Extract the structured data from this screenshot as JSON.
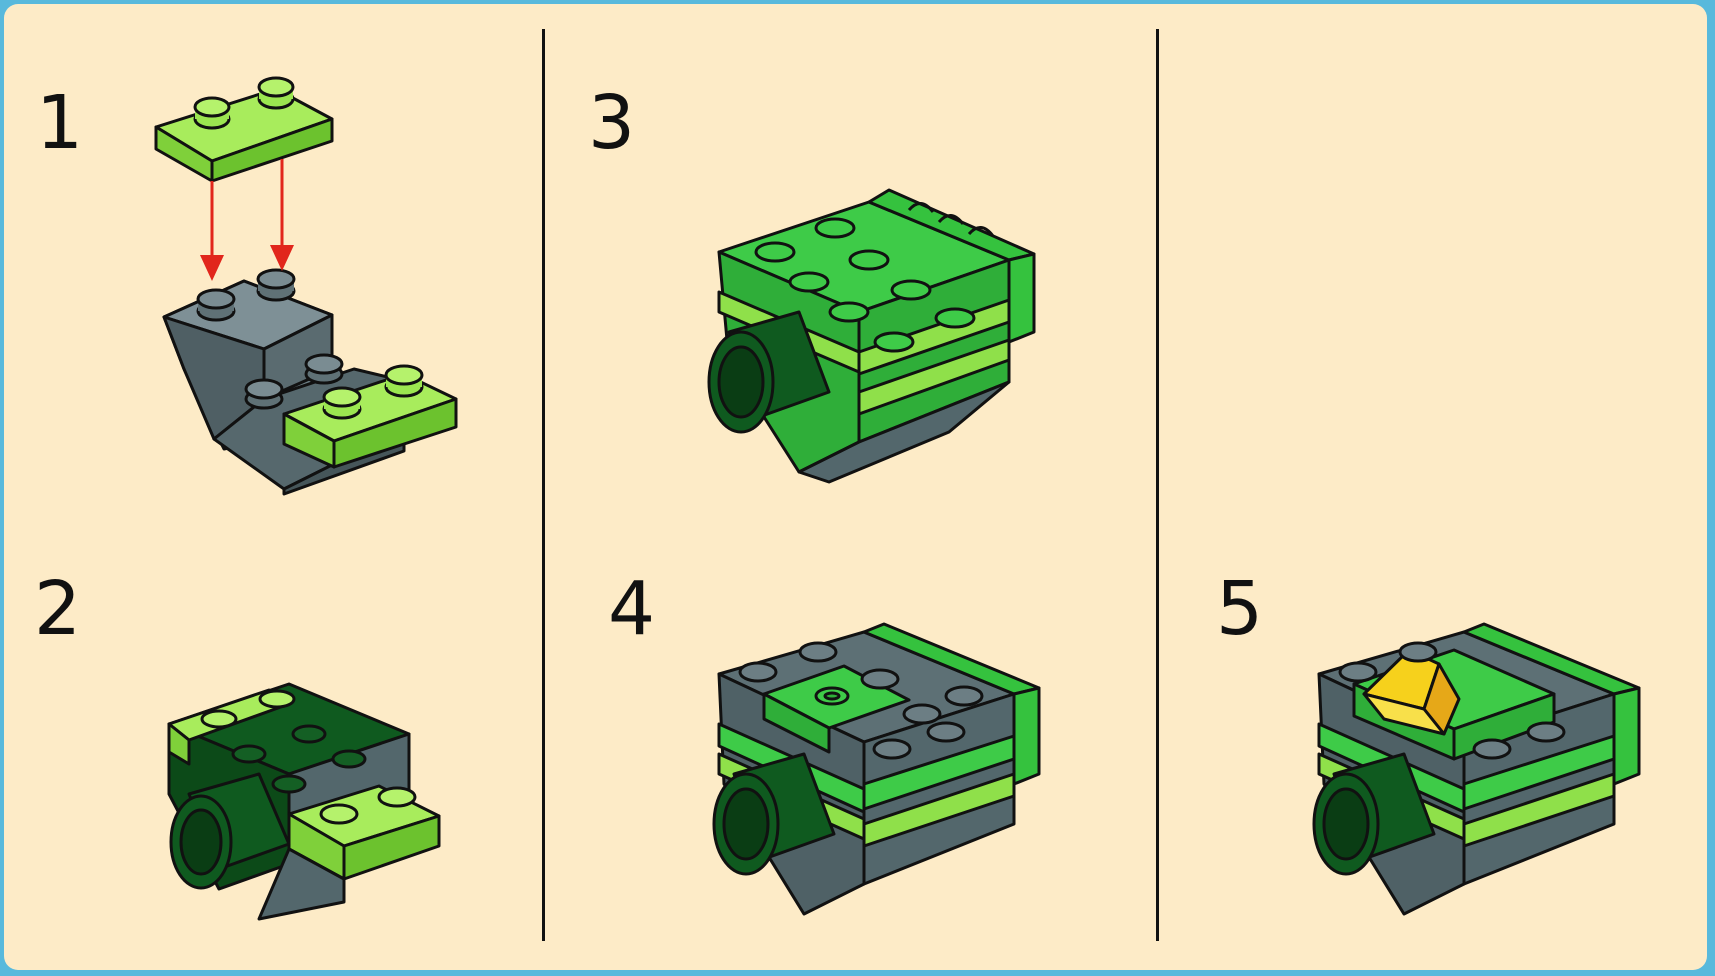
{
  "steps": [
    {
      "number": "1"
    },
    {
      "number": "2"
    },
    {
      "number": "3"
    },
    {
      "number": "4"
    },
    {
      "number": "5"
    }
  ],
  "colors": {
    "background": "#fdebc7",
    "border": "#58b9dc",
    "lime": "#8fe04a",
    "green": "#35c23e",
    "dark_green": "#0f5a1f",
    "gray": "#5d7075",
    "yellow": "#f6d11c",
    "arrow": "#e1261c"
  }
}
